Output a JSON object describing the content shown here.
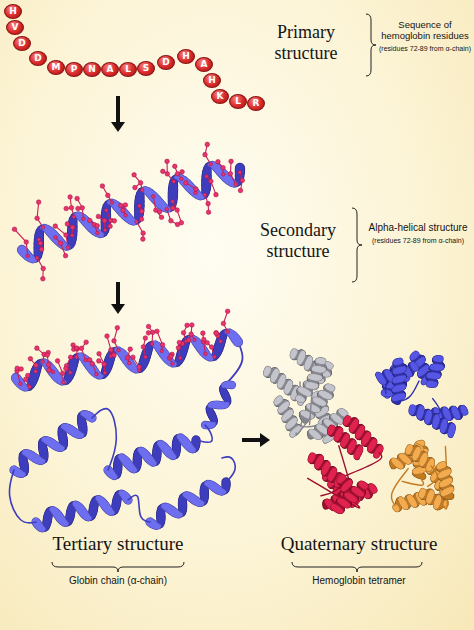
{
  "diagram": {
    "nodes": [
      {
        "text": [
          "H"
        ]
      },
      {
        "text": [
          "V"
        ]
      },
      {
        "text": [
          "D"
        ]
      },
      {
        "text": [
          "D"
        ]
      },
      {
        "text": [
          "M"
        ]
      },
      {
        "text": [
          "P"
        ]
      },
      {
        "text": [
          "N"
        ]
      },
      {
        "text": [
          "A"
        ]
      },
      {
        "text": [
          "L"
        ]
      },
      {
        "text": [
          "S"
        ]
      },
      {
        "text": [
          "D"
        ]
      },
      {
        "text": [
          "H"
        ]
      },
      {
        "text": [
          "A"
        ]
      },
      {
        "text": [
          "H"
        ]
      },
      {
        "text": [
          "K"
        ]
      },
      {
        "text": [
          "L"
        ]
      },
      {
        "text": [
          "R"
        ]
      }
    ],
    "labels": [
      "Primary structure",
      "Sequence of hemoglobin residues",
      "(residues 72-89 from α-chain)",
      "Secondary structure",
      "Alpha-helical structure",
      "(residues 72-89 from α-chain)",
      "Tertiary structure",
      "Globin chain (α-chain)",
      "Quaternary structure",
      "Hemoglobin tetramer"
    ]
  }
}
